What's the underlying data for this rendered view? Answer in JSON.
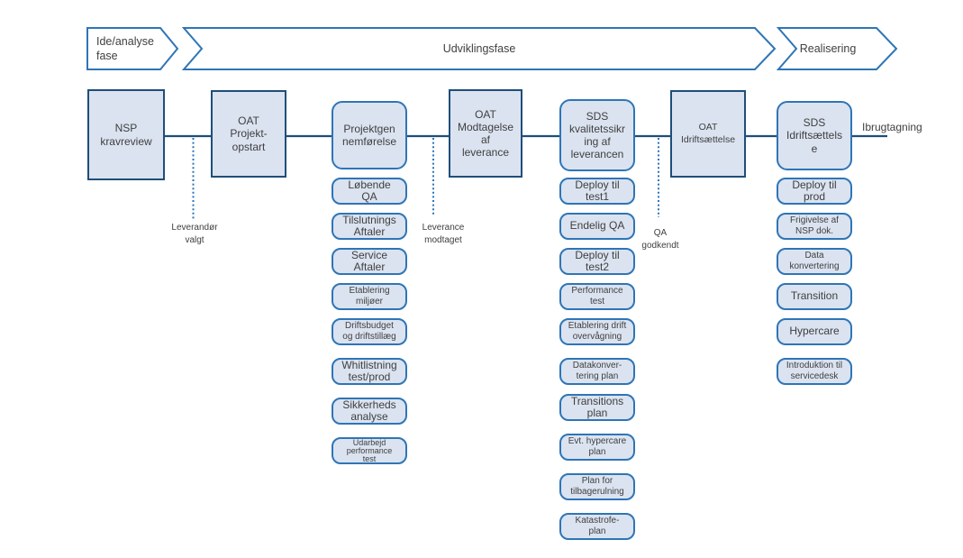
{
  "diagram": {
    "phases": [
      {
        "label": "Ide/analyse fase"
      },
      {
        "label": "Udviklingsfase"
      },
      {
        "label": "Realisering"
      }
    ],
    "stages": [
      {
        "label": "NSP\nkravreview"
      },
      {
        "label": "OAT\nProjekt-\nopstart"
      },
      {
        "label": "Projektgen\nnemførelse"
      },
      {
        "label": "OAT\nModtagelse\naf\nleverance"
      },
      {
        "label": "SDS\nkvalitetssikr\ning af\nleverancen"
      },
      {
        "label": "OAT\nIdriftsættelse"
      },
      {
        "label": "SDS\nIdriftsættels\ne"
      }
    ],
    "milestones": [
      {
        "label": "Leverandør\nvalgt"
      },
      {
        "label": "Leverance\nmodtaget"
      },
      {
        "label": "QA\ngodkendt"
      }
    ],
    "end_label": "Ibrugtagning",
    "activities": {
      "col1": [
        {
          "label": "Løbende\nQA",
          "size": "lg"
        },
        {
          "label": "Tilslutnings\nAftaler",
          "size": "lg"
        },
        {
          "label": "Service\nAftaler",
          "size": "lg"
        },
        {
          "label": "Etablering\nmiljøer",
          "size": "sm"
        },
        {
          "label": "Driftsbudget\nog driftstillæg",
          "size": "sm"
        },
        {
          "label": "Whitlistning\ntest/prod",
          "size": "lg"
        },
        {
          "label": "Sikkerheds\nanalyse",
          "size": "lg"
        },
        {
          "label": "Udarbejd\nperformance\ntest",
          "size": "xs"
        }
      ],
      "col2": [
        {
          "label": "Deploy til\ntest1",
          "size": "lg"
        },
        {
          "label": "Endelig QA",
          "size": "lg"
        },
        {
          "label": "Deploy til\ntest2",
          "size": "lg"
        },
        {
          "label": "Performance\ntest",
          "size": "sm"
        },
        {
          "label": "Etablering drift\novervågning",
          "size": "sm"
        },
        {
          "label": "Datakonver-\ntering plan",
          "size": "sm"
        },
        {
          "label": "Transitions\nplan",
          "size": "lg"
        },
        {
          "label": "Evt. hypercare\nplan",
          "size": "sm"
        },
        {
          "label": "Plan for\ntilbagerulning",
          "size": "sm"
        },
        {
          "label": "Katastrofe-\nplan",
          "size": "sm"
        }
      ],
      "col3": [
        {
          "label": "Deploy til\nprod",
          "size": "lg"
        },
        {
          "label": "Frigivelse af\nNSP dok.",
          "size": "sm"
        },
        {
          "label": "Data\nkonvertering",
          "size": "sm"
        },
        {
          "label": "Transition",
          "size": "lg"
        },
        {
          "label": "Hypercare",
          "size": "lg"
        },
        {
          "label": "Introduktion til\nservicedesk",
          "size": "sm"
        }
      ]
    },
    "colors": {
      "phase_border": "#2e75b6",
      "stage_border": "#1f4e79",
      "rounded_border": "#2e75b6",
      "box_fill": "#dbe3f0",
      "connector": "#1f4e79",
      "milestone_line": "#2e75b6",
      "text": "#3f3f3f"
    }
  }
}
